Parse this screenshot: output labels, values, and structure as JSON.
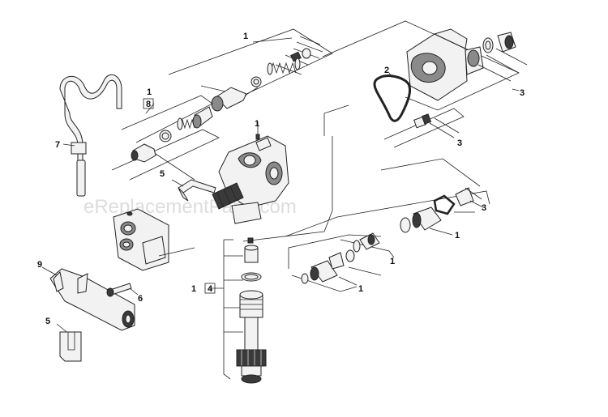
{
  "watermark": "eReplacementParts.com",
  "callouts": {
    "c1_top": "1",
    "c1_left_a": "1",
    "c8_box": "8",
    "c7": "7",
    "c1_housing": "1",
    "c5_upper": "5",
    "c2": "2",
    "c3_top": "3",
    "c3_mid": "3",
    "c3_right": "3",
    "c1_right": "1",
    "c1_mid_right": "1",
    "c1_mid_low": "1",
    "c9": "9",
    "c6": "6",
    "c5_lower": "5",
    "c1_left_b": "1",
    "c4_box": "4"
  }
}
